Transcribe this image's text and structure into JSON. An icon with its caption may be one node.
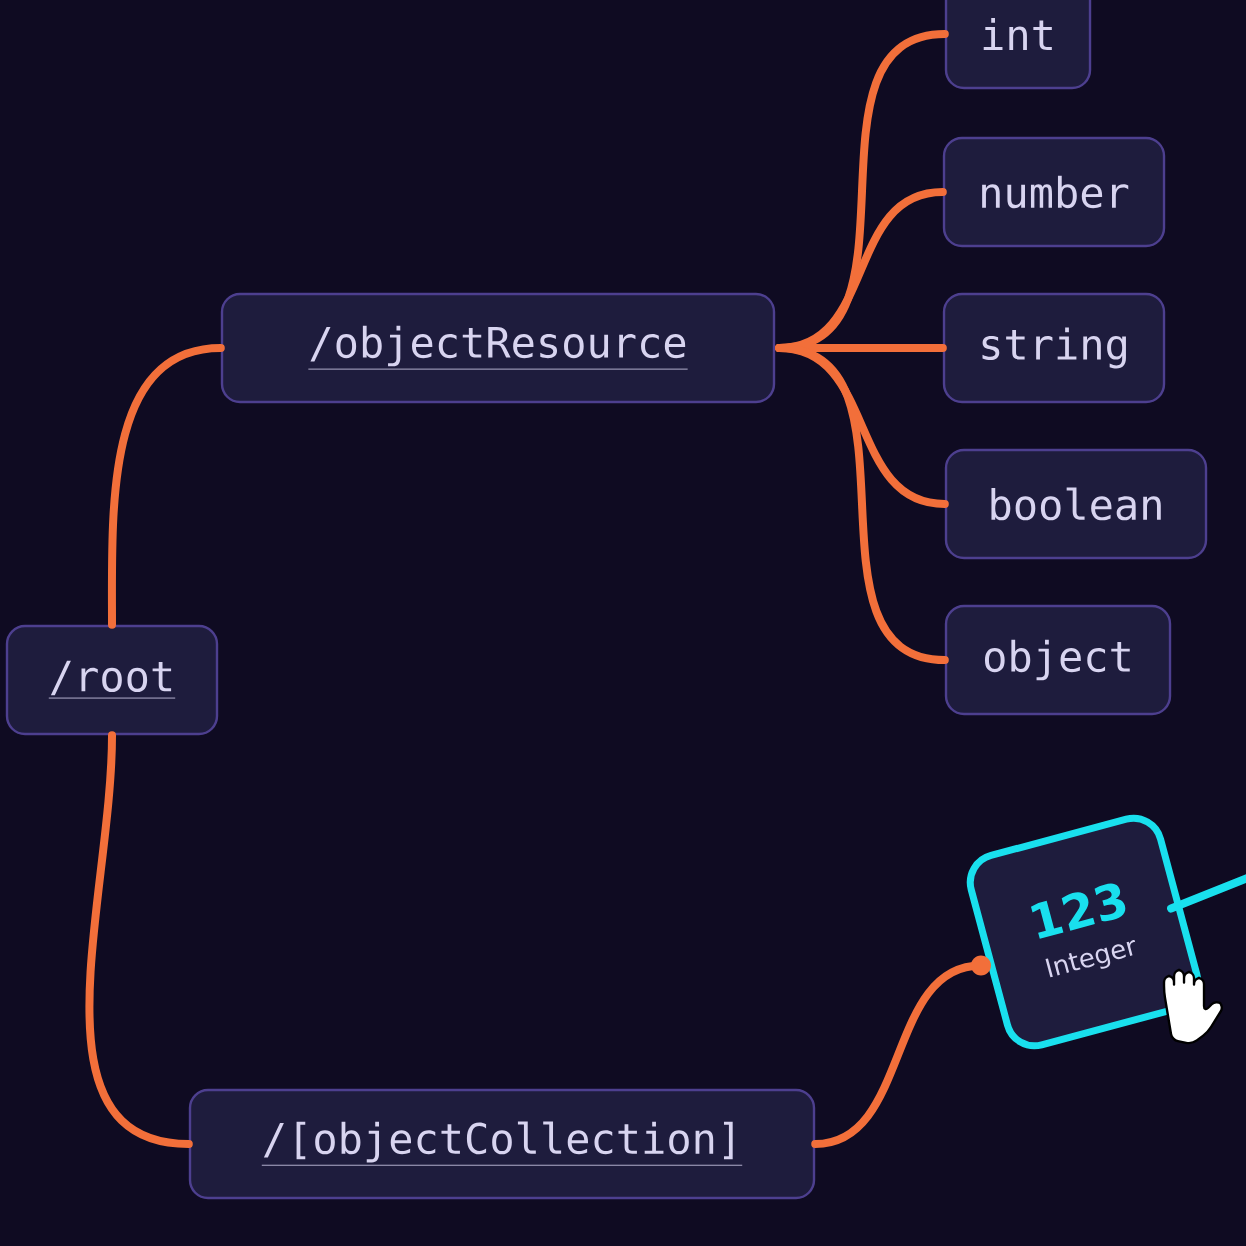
{
  "diagram": {
    "nodes": [
      {
        "text": [
          "/root"
        ]
      },
      {
        "text": [
          "/objectResource"
        ]
      },
      {
        "text": [
          "int"
        ]
      },
      {
        "text": [
          "number"
        ]
      },
      {
        "text": [
          "string"
        ]
      },
      {
        "text": [
          "boolean"
        ]
      },
      {
        "text": [
          "object"
        ]
      },
      {
        "text": [
          "/[objectCollection]"
        ]
      },
      {
        "text": [
          "123",
          "Integer"
        ]
      }
    ],
    "edges": [
      {
        "from": 0,
        "to": 1,
        "arrow": "none"
      },
      {
        "from": 1,
        "to": 2,
        "arrow": "none"
      },
      {
        "from": 1,
        "to": 3,
        "arrow": "none"
      },
      {
        "from": 1,
        "to": 4,
        "arrow": "none"
      },
      {
        "from": 1,
        "to": 5,
        "arrow": "none"
      },
      {
        "from": 1,
        "to": 6,
        "arrow": "none"
      },
      {
        "from": 0,
        "to": 7,
        "arrow": "none"
      },
      {
        "from": 7,
        "to": 8,
        "arrow": "other"
      },
      {
        "from": 8,
        "to": null,
        "arrow": "none",
        "color": "#19e0ee"
      }
    ]
  }
}
